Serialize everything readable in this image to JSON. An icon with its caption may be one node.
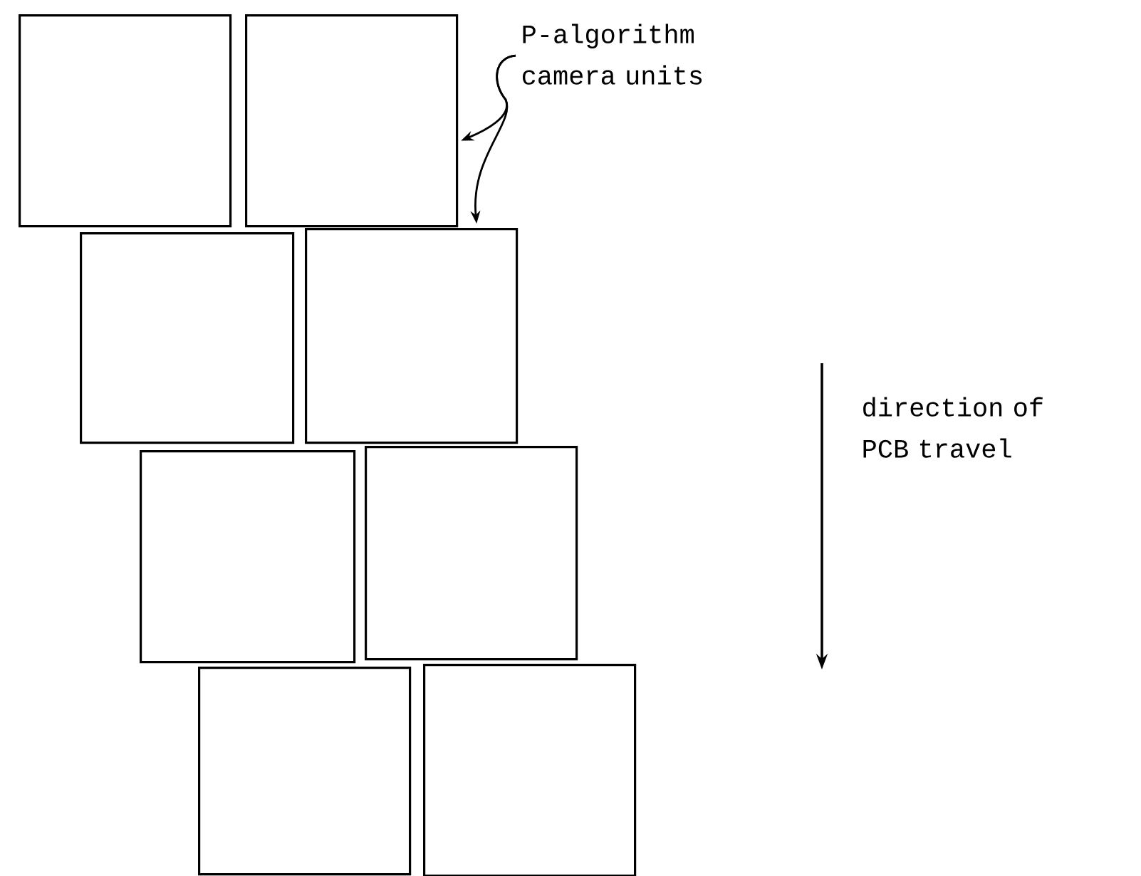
{
  "diagram": {
    "nodes": [
      {
        "text": [],
        "shape": "box"
      },
      {
        "text": [],
        "shape": "box"
      },
      {
        "text": [],
        "shape": "box"
      },
      {
        "text": [],
        "shape": "box"
      },
      {
        "text": [],
        "shape": "box"
      },
      {
        "text": [],
        "shape": "box"
      },
      {
        "text": [],
        "shape": "box"
      },
      {
        "text": [],
        "shape": "box"
      },
      {
        "text": [
          "P-algorithm camera units"
        ]
      }
    ],
    "edges": [
      {
        "from": 8,
        "to": 1,
        "arrow": "to"
      },
      {
        "from": 8,
        "to": 3,
        "arrow": "to"
      }
    ],
    "labels": [
      "direction of PCB travel"
    ]
  }
}
